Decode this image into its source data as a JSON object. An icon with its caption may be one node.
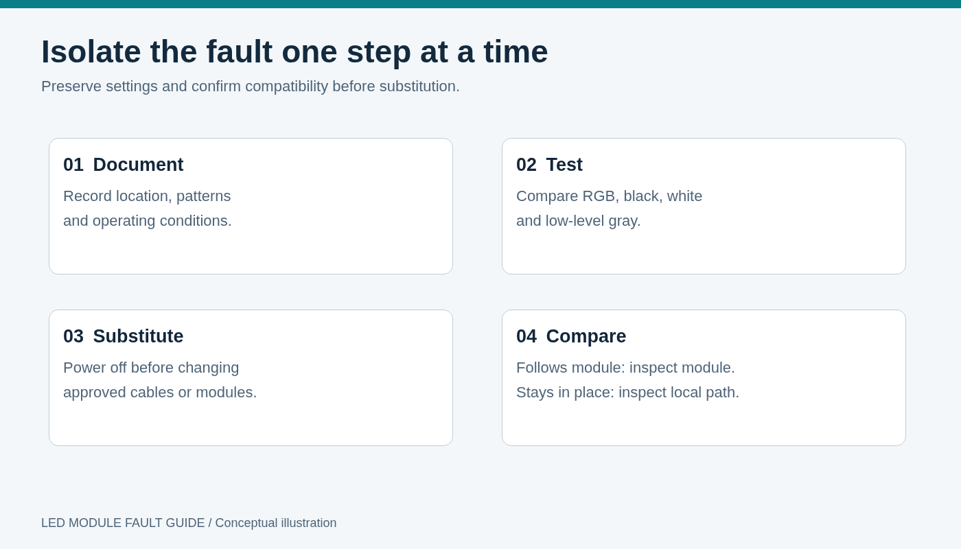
{
  "diagram": {
    "title": "Isolate the fault one step at a time",
    "nodes": [
      {
        "text": [
          "01 Document",
          "Record location, patterns and operating conditions."
        ]
      },
      {
        "text": [
          "02 Test",
          "Compare RGB, black, white and low-level gray."
        ]
      },
      {
        "text": [
          "03 Substitute",
          "Power off before changing approved cables or modules."
        ]
      },
      {
        "text": [
          "04 Compare",
          "Follows module: inspect module. Stays in place: inspect local path."
        ]
      }
    ],
    "labels": [
      "Preserve settings and confirm compatibility before substitution.",
      "LED MODULE FAULT GUIDE / Conceptual illustration"
    ]
  }
}
